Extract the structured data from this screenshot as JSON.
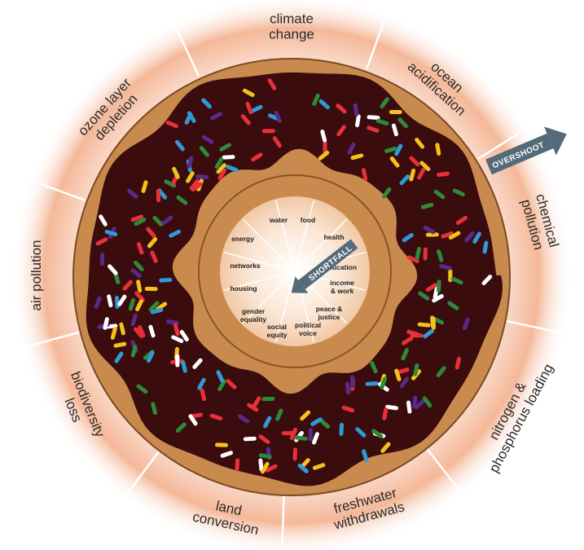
{
  "ecological_ceiling": [
    {
      "key": "climate",
      "lines": [
        "climate",
        "change"
      ]
    },
    {
      "key": "ocean",
      "lines": [
        "ocean",
        "acidification"
      ]
    },
    {
      "key": "chemical",
      "lines": [
        "chemical",
        "pollution"
      ]
    },
    {
      "key": "nitrogen",
      "lines": [
        "nitrogen &",
        "phosphorus loading"
      ]
    },
    {
      "key": "freshwater",
      "lines": [
        "freshwater",
        "withdrawals"
      ]
    },
    {
      "key": "land",
      "lines": [
        "land",
        "conversion"
      ]
    },
    {
      "key": "biodiversity",
      "lines": [
        "biodiversity",
        "loss"
      ]
    },
    {
      "key": "air",
      "lines": [
        "air pollution"
      ]
    },
    {
      "key": "ozone",
      "lines": [
        "ozone layer",
        "depletion"
      ]
    }
  ],
  "social_foundation": [
    {
      "key": "water",
      "lines": [
        "water"
      ]
    },
    {
      "key": "food",
      "lines": [
        "food"
      ]
    },
    {
      "key": "health",
      "lines": [
        "health"
      ]
    },
    {
      "key": "education",
      "lines": [
        "education"
      ]
    },
    {
      "key": "income",
      "lines": [
        "income",
        "& work"
      ]
    },
    {
      "key": "peace",
      "lines": [
        "peace &",
        "justice"
      ]
    },
    {
      "key": "political",
      "lines": [
        "political",
        "voice"
      ]
    },
    {
      "key": "social-equity",
      "lines": [
        "social",
        "equity"
      ]
    },
    {
      "key": "gender",
      "lines": [
        "gender",
        "equality"
      ]
    },
    {
      "key": "housing",
      "lines": [
        "housing"
      ]
    },
    {
      "key": "networks",
      "lines": [
        "networks"
      ]
    },
    {
      "key": "energy",
      "lines": [
        "energy"
      ]
    }
  ],
  "arrows": {
    "overshoot": "OVERSHOOT",
    "shortfall": "SHORTFALL"
  },
  "colors": {
    "chocolate": "#3a0c0d",
    "dough": "#c98a4e",
    "dough_dark": "#a86a35",
    "outer_glow": "#f2b79a",
    "arrow": "#546a78",
    "sprinkles": [
      "#e8303a",
      "#2f9ad8",
      "#f4c318",
      "#ffffff",
      "#2d8a3a",
      "#5a2a8a"
    ]
  }
}
